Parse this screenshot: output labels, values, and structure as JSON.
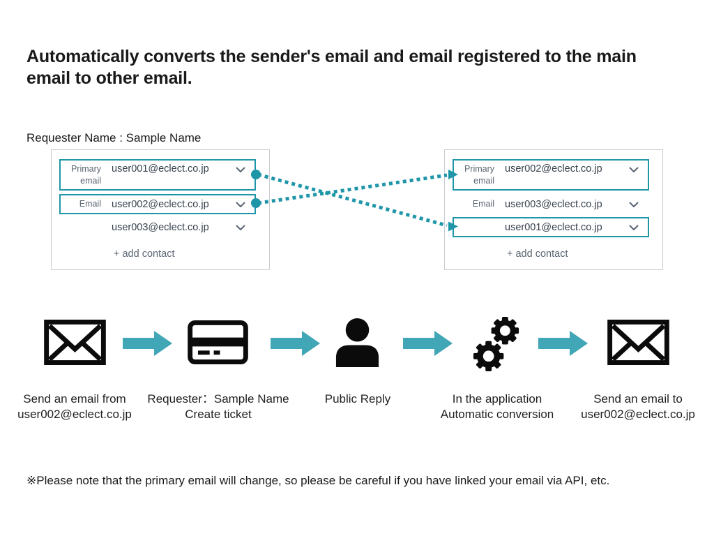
{
  "slide": {
    "title": "Automatically converts the sender's email and email registered to the main email to other email.",
    "requester_label": "Requester Name : Sample Name",
    "footnote": "※Please note that the primary email will change, so please be careful if you have linked your email via API, etc."
  },
  "colors": {
    "accent_teal": "#1e96a8",
    "arrow_teal": "#41a6b6",
    "icon_black": "#0b0b0b",
    "label_gray": "#5a6572",
    "panel_border": "#c9cdd1"
  },
  "before_panel": {
    "rows": [
      {
        "label": "Primary email",
        "value": "user001@eclect.co.jp",
        "highlighted": true
      },
      {
        "label": "Email",
        "value": "user002@eclect.co.jp",
        "highlighted": true
      },
      {
        "label": "",
        "value": "user003@eclect.co.jp",
        "highlighted": false
      }
    ],
    "add_contact_label": "+ add contact"
  },
  "after_panel": {
    "rows": [
      {
        "label": "Primary email",
        "value": "user002@eclect.co.jp",
        "highlighted": true
      },
      {
        "label": "Email",
        "value": "user003@eclect.co.jp",
        "highlighted": false
      },
      {
        "label": "",
        "value": "user001@eclect.co.jp",
        "highlighted": true
      }
    ],
    "add_contact_label": "+ add contact"
  },
  "flow": {
    "steps": [
      {
        "icon": "envelope-icon",
        "caption": [
          "Send an email from",
          "user002@eclect.co.jp"
        ]
      },
      {
        "icon": "ticket-card-icon",
        "caption": [
          "Requester：Sample Name",
          "Create ticket"
        ]
      },
      {
        "icon": "person-icon",
        "caption": [
          "Public Reply"
        ]
      },
      {
        "icon": "gears-icon",
        "caption": [
          "In the application",
          "Automatic conversion"
        ]
      },
      {
        "icon": "envelope-icon",
        "caption": [
          "Send an email to",
          "user002@eclect.co.jp"
        ]
      }
    ]
  }
}
